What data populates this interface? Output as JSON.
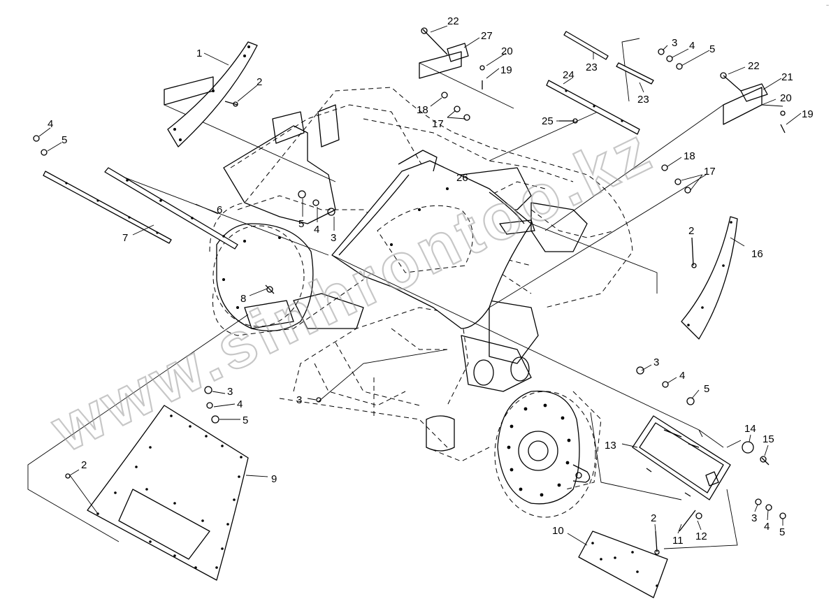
{
  "watermark": "www.sinhrontoo.kz",
  "corner_mark": "~",
  "callouts": [
    {
      "id": "c1",
      "text": "1"
    },
    {
      "id": "c2a",
      "text": "2"
    },
    {
      "id": "c4a",
      "text": "4"
    },
    {
      "id": "c5a",
      "text": "5"
    },
    {
      "id": "c6",
      "text": "6"
    },
    {
      "id": "c7",
      "text": "7"
    },
    {
      "id": "c5b",
      "text": "5"
    },
    {
      "id": "c4b",
      "text": "4"
    },
    {
      "id": "c3b",
      "text": "3"
    },
    {
      "id": "c8",
      "text": "8"
    },
    {
      "id": "c22a",
      "text": "22"
    },
    {
      "id": "c27",
      "text": "27"
    },
    {
      "id": "c20a",
      "text": "20"
    },
    {
      "id": "c19a",
      "text": "19"
    },
    {
      "id": "c18a",
      "text": "18"
    },
    {
      "id": "c17a",
      "text": "17"
    },
    {
      "id": "c26",
      "text": "26"
    },
    {
      "id": "c23a",
      "text": "23"
    },
    {
      "id": "c23b",
      "text": "23"
    },
    {
      "id": "c24",
      "text": "24"
    },
    {
      "id": "c25",
      "text": "25"
    },
    {
      "id": "c3c",
      "text": "3"
    },
    {
      "id": "c4c",
      "text": "4"
    },
    {
      "id": "c5c",
      "text": "5"
    },
    {
      "id": "c22b",
      "text": "22"
    },
    {
      "id": "c21",
      "text": "21"
    },
    {
      "id": "c20b",
      "text": "20"
    },
    {
      "id": "c19b",
      "text": "19"
    },
    {
      "id": "c18b",
      "text": "18"
    },
    {
      "id": "c17b",
      "text": "17"
    },
    {
      "id": "c2b",
      "text": "2"
    },
    {
      "id": "c16",
      "text": "16"
    },
    {
      "id": "c3d",
      "text": "3"
    },
    {
      "id": "c4d",
      "text": "4"
    },
    {
      "id": "c5d",
      "text": "5"
    },
    {
      "id": "c3e",
      "text": "3"
    },
    {
      "id": "c3f",
      "text": "3"
    },
    {
      "id": "c4f",
      "text": "4"
    },
    {
      "id": "c5f",
      "text": "5"
    },
    {
      "id": "c2c",
      "text": "2"
    },
    {
      "id": "c9",
      "text": "9"
    },
    {
      "id": "c13",
      "text": "13"
    },
    {
      "id": "c14",
      "text": "14"
    },
    {
      "id": "c15",
      "text": "15"
    },
    {
      "id": "c3g",
      "text": "3"
    },
    {
      "id": "c4g",
      "text": "4"
    },
    {
      "id": "c5g",
      "text": "5"
    },
    {
      "id": "c2d",
      "text": "2"
    },
    {
      "id": "c10",
      "text": "10"
    },
    {
      "id": "c11",
      "text": "11"
    },
    {
      "id": "c12",
      "text": "12"
    }
  ]
}
